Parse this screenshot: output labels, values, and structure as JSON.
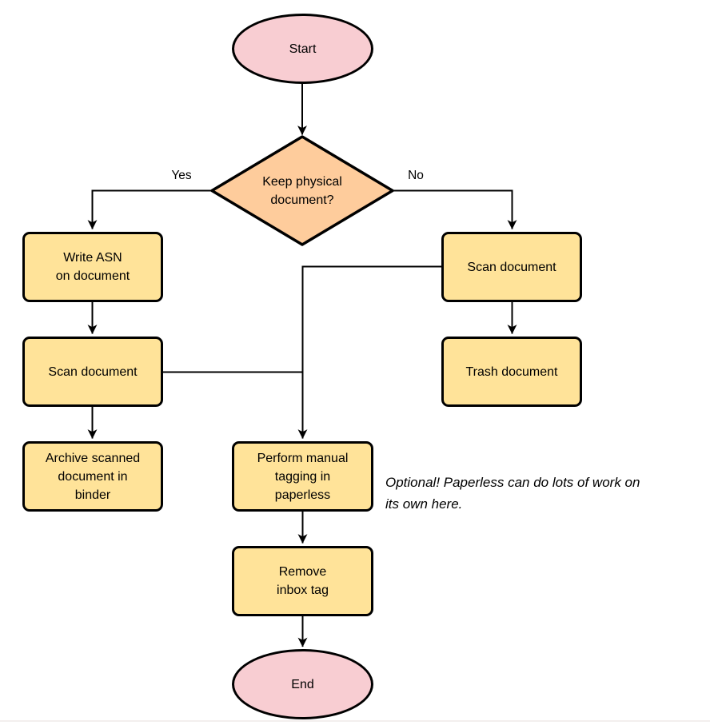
{
  "diagram": {
    "type": "flowchart",
    "nodes": {
      "start": {
        "label": "Start",
        "shape": "terminator"
      },
      "decision": {
        "label": "Keep physical\ndocument?",
        "shape": "decision"
      },
      "write_asn": {
        "label": "Write ASN\non document",
        "shape": "process"
      },
      "scan_left": {
        "label": "Scan document",
        "shape": "process"
      },
      "archive": {
        "label": "Archive scanned\ndocument in\nbinder",
        "shape": "process"
      },
      "scan_right": {
        "label": "Scan document",
        "shape": "process"
      },
      "trash": {
        "label": "Trash document",
        "shape": "process"
      },
      "tagging": {
        "label": "Perform manual\ntagging in\npaperless",
        "shape": "process"
      },
      "remove_inbox": {
        "label": "Remove\ninbox tag",
        "shape": "process"
      },
      "end": {
        "label": "End",
        "shape": "terminator"
      }
    },
    "edge_labels": {
      "yes": "Yes",
      "no": "No"
    },
    "note": "Optional! Paperless can do lots of work on\nits own here.",
    "colors": {
      "process_fill": "#ffe399",
      "decision_fill": "#fecc9c",
      "terminator_fill": "#f8cdd2",
      "stroke": "#000000"
    }
  }
}
